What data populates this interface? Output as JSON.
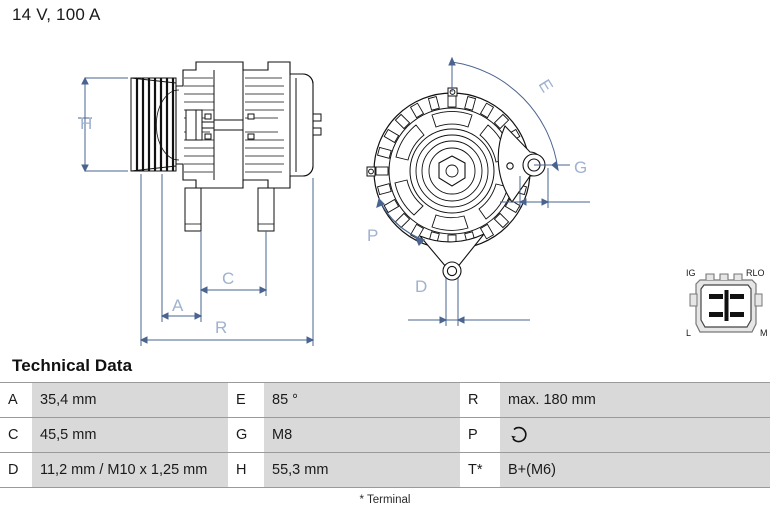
{
  "header": {
    "title": "14 V, 100 A"
  },
  "diagram": {
    "side_view": {
      "name": "alternator-side-view",
      "dimension_labels": [
        "H",
        "A",
        "C",
        "R"
      ]
    },
    "end_view": {
      "name": "alternator-end-view",
      "dimension_labels": [
        "E",
        "G",
        "P",
        "D"
      ]
    },
    "connector": {
      "name": "connector-pinout",
      "pins": [
        {
          "label": "IG",
          "position": "top-left"
        },
        {
          "label": "RLO",
          "position": "top-right"
        },
        {
          "label": "L",
          "position": "bottom-left"
        },
        {
          "label": "M",
          "position": "bottom-right"
        }
      ]
    },
    "line_color": "#4a6490",
    "label_color": "#9fb2cf",
    "part_color": "#111111"
  },
  "tech": {
    "heading": "Technical Data",
    "footnote": "* Terminal",
    "rows": [
      {
        "k1": "A",
        "v1": "35,4 mm",
        "k2": "E",
        "v2": "85 °",
        "k3": "R",
        "v3": "max. 180 mm"
      },
      {
        "k1": "C",
        "v1": "45,5 mm",
        "k2": "G",
        "v2": "M8",
        "k3": "P",
        "v3": "rotation-icon"
      },
      {
        "k1": "D",
        "v1": "11,2 mm / M10 x 1,25 mm",
        "k2": "H",
        "v2": "55,3 mm",
        "k3": "T*",
        "v3": "B+(M6)"
      }
    ]
  }
}
